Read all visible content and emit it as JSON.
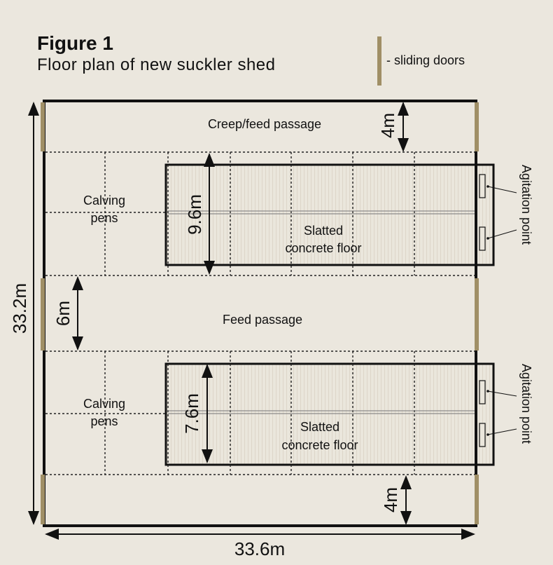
{
  "figure": {
    "title": "Figure 1",
    "subtitle": "Floor plan of new suckler shed"
  },
  "legend": {
    "door_label": "- sliding doors",
    "door_color": "#a08f66"
  },
  "areas": {
    "creep_feed_passage": "Creep/feed passage",
    "feed_passage": "Feed passage",
    "calving_pens_upper": [
      "Calving",
      "pens"
    ],
    "calving_pens_lower": [
      "Calving",
      "pens"
    ],
    "slatted_upper": [
      "Slatted",
      "concrete floor"
    ],
    "slatted_lower": [
      "Slatted",
      "concrete floor"
    ],
    "agitation_upper": "Agitation point",
    "agitation_lower": "Agitation point"
  },
  "dimensions": {
    "top_passage": "4m",
    "upper_slats": "9.6m",
    "feed_passage": "6m",
    "lower_slats": "7.6m",
    "bottom_passage": "4m",
    "total_length": "33.2m",
    "total_width": "33.6m"
  }
}
